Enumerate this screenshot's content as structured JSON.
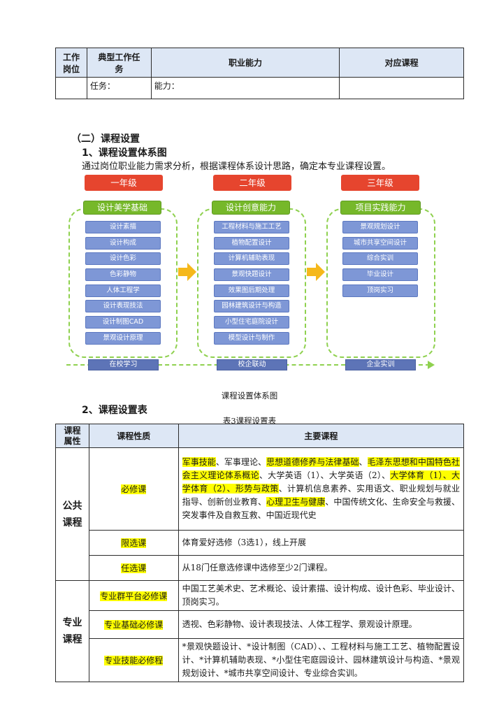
{
  "top_table": {
    "headers": [
      "工作\n岗位",
      "典型工作任\n务",
      "职业能力",
      "对应课程"
    ],
    "row": [
      "",
      "任务：",
      "能力：",
      ""
    ]
  },
  "section2_title": "（二）课程设置",
  "section2_1_title": "1、课程设置体系图",
  "intro_text": "通过岗位职业能力需求分析，根据课程体系设计思路，确定本专业课程设置。",
  "diagram": {
    "columns": [
      {
        "year": "一年级",
        "ability": "设计美学基础",
        "courses": [
          "设计素描",
          "设计构成",
          "设计色彩",
          "色彩静物",
          "人体工程学",
          "设计表现技法",
          "设计制图CAD",
          "景观设计原理"
        ]
      },
      {
        "year": "二年级",
        "ability": "设计创意能力",
        "courses": [
          "工程材料与施工工艺",
          "植物配置设计",
          "计算机辅助表现",
          "景观快题设计",
          "效果图后期处理",
          "园林建筑设计与构造",
          "小型住宅庭院设计",
          "模型设计与制作"
        ]
      },
      {
        "year": "三年级",
        "ability": "项目实践能力",
        "courses": [
          "景观规划设计",
          "城市共享空间设计",
          "综合实训",
          "毕业设计",
          "顶岗实习"
        ]
      }
    ],
    "stages": [
      "在校学习",
      "校企联动",
      "企业实训"
    ],
    "colors": {
      "year": "#e6452e",
      "ability": "#76b82a",
      "course": "#7e97d6",
      "stage": "#5d74b7",
      "arrow": "#f5b81b",
      "dash": "#8fd14f"
    }
  },
  "diagram_caption": "课程设置体系图",
  "section2_2_title": "2、课程设置表",
  "table3_caption": "表3课程设置表",
  "course_table": {
    "headers": [
      "课程\n属性",
      "课程性质",
      "主要课程"
    ],
    "public_label": "公共\n课程",
    "major_label": "专业\n课程",
    "public_rows": [
      {
        "nature": "必修课",
        "segments": [
          {
            "t": "军事技能",
            "h": true
          },
          {
            "t": "、军事理论、",
            "h": false
          },
          {
            "t": "思想道德修养与法律基础",
            "h": true
          },
          {
            "t": "、",
            "h": false
          },
          {
            "t": "毛泽东思想和中国特色社会主义理论体系概论",
            "h": true
          },
          {
            "t": "、大学英语（1）、大学英语（2）、",
            "h": false
          },
          {
            "t": "大学体育（1）、大学体育（2）、形势与政策",
            "h": true
          },
          {
            "t": "、计算机信息素养、实用语文、职业规划与就业指导、创新创业教育、",
            "h": false
          },
          {
            "t": "心理卫生与健康",
            "h": true
          },
          {
            "t": "、中国传统文化、生命安全与救援、突发事件及自救互救、中国近现代史",
            "h": false
          }
        ]
      },
      {
        "nature": "限选课",
        "text": "体育爱好选修（3选1），线上开展"
      },
      {
        "nature": "任选课",
        "text": "从18门任意选修课中选修至少2门课程。"
      }
    ],
    "major_rows": [
      {
        "nature": "专业群平台必修课",
        "text": "中国工艺美术史、艺术概论、设计素描、设计构成、设计色彩、毕业设计、顶岗实习。"
      },
      {
        "nature": "专业基础必修课",
        "text": "透视、色彩静物、设计表现技法、人体工程学、景观设计原理。"
      },
      {
        "nature": "专业技能必修程",
        "text": "*景观快题设计、*设计制图（CAD）、、工程材料与施工工艺、植物配置设计、*计算机辅助表现、*小型住宅庭园设计、园林建筑设计与构造、*景观规划设计、*城市共享空间设计、专业综合实训。"
      }
    ]
  }
}
